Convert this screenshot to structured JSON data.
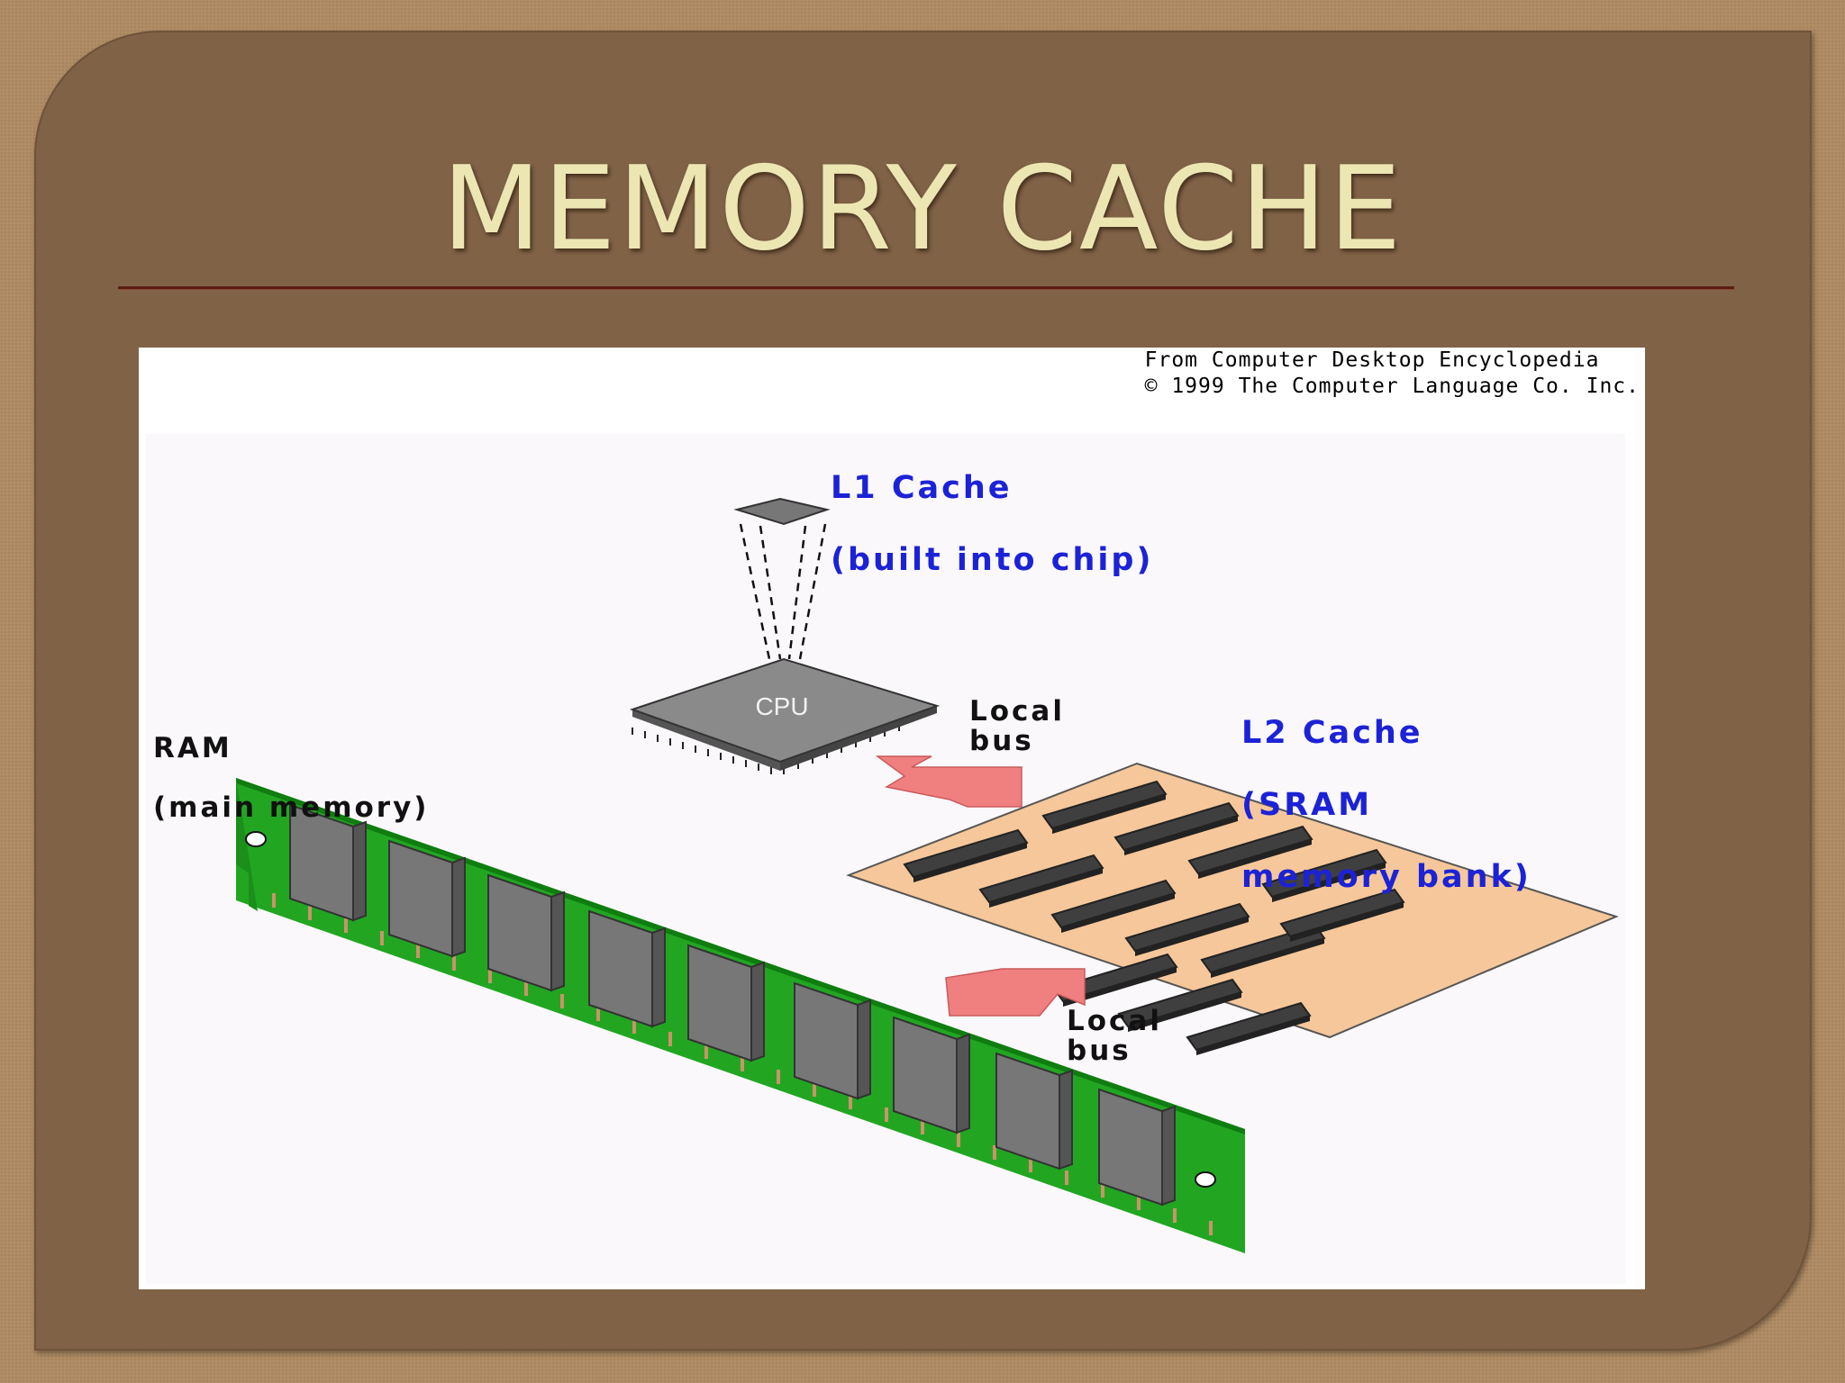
{
  "slide": {
    "title": "MEMORY CACHE"
  },
  "figure": {
    "credit_line1": "From Computer Desktop Encyclopedia",
    "credit_line2": "© 1999 The Computer Language Co. Inc.",
    "l1_line1": "L1 Cache",
    "l1_line2": "(built into chip)",
    "cpu_label": "CPU",
    "local_bus_top": "Local\nbus",
    "local_bus_bottom": "Local\nbus",
    "l2_line1": "L2 Cache",
    "l2_line2": "(SRAM",
    "l2_line3": "memory bank)",
    "ram_line1": "RAM",
    "ram_line2": "(main memory)"
  },
  "colors": {
    "background": "#806247",
    "title": "#ece6b3",
    "label_blue": "#1c22d6",
    "ram_board": "#1fb21f",
    "l2_board": "#f5c79a",
    "bus_arrow": "#f08080"
  }
}
